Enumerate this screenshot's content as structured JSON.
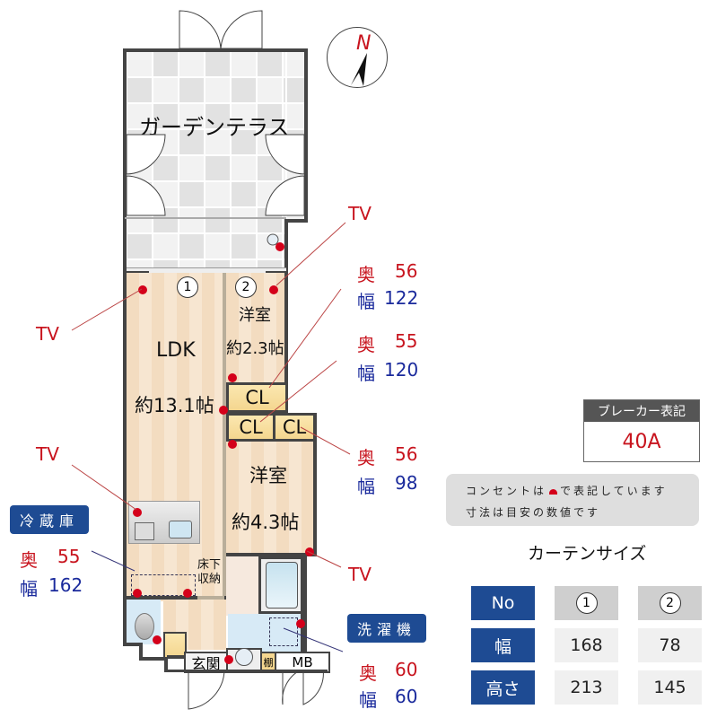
{
  "compass": {
    "label": "N"
  },
  "rooms": {
    "garden_terrace": "ガーデンテラス",
    "ldk_name": "LDK",
    "ldk_size": "約13.1帖",
    "western1_name": "洋室",
    "western1_size": "約2.3帖",
    "western2_name": "洋室",
    "western2_size": "約4.3帖",
    "closet1": "CL",
    "closet2": "CL",
    "closet3": "CL",
    "underfloor_storage_line1": "床下",
    "underfloor_storage_line2": "収納",
    "entrance": "玄関",
    "shelf": "棚",
    "mb": "MB"
  },
  "window_markers": {
    "w1": "1",
    "w2": "2"
  },
  "annotations": {
    "tv_left_top": "TV",
    "tv_left_mid": "TV",
    "tv_right_top": "TV",
    "tv_right_bottom": "TV",
    "closet1": {
      "depth_label": "奥",
      "depth": "56",
      "width_label": "幅",
      "width": "122"
    },
    "closet2": {
      "depth_label": "奥",
      "depth": "55",
      "width_label": "幅",
      "width": "120"
    },
    "closet3": {
      "depth_label": "奥",
      "depth": "56",
      "width_label": "幅",
      "width": "98"
    },
    "fridge": {
      "title": "冷蔵庫",
      "depth_label": "奥",
      "depth": "55",
      "width_label": "幅",
      "width": "162"
    },
    "washer": {
      "title": "洗濯機",
      "depth_label": "奥",
      "depth": "60",
      "width_label": "幅",
      "width": "60"
    }
  },
  "breaker": {
    "title": "ブレーカー表記",
    "value": "40A"
  },
  "notes": {
    "line1_a": "コンセントは",
    "line1_b": "で表記しています",
    "line2": "寸法は目安の数値です"
  },
  "curtain": {
    "title": "カーテンサイズ",
    "headers": [
      "No",
      "1",
      "2"
    ],
    "rows": [
      {
        "label": "幅",
        "values": [
          "168",
          "78"
        ]
      },
      {
        "label": "高さ",
        "values": [
          "213",
          "145"
        ]
      }
    ]
  },
  "colors": {
    "accent_red": "#c8141e",
    "label_navy": "#1a2a9c",
    "tag_blue": "#1e4b93",
    "outlet_red": "#d4001a"
  }
}
